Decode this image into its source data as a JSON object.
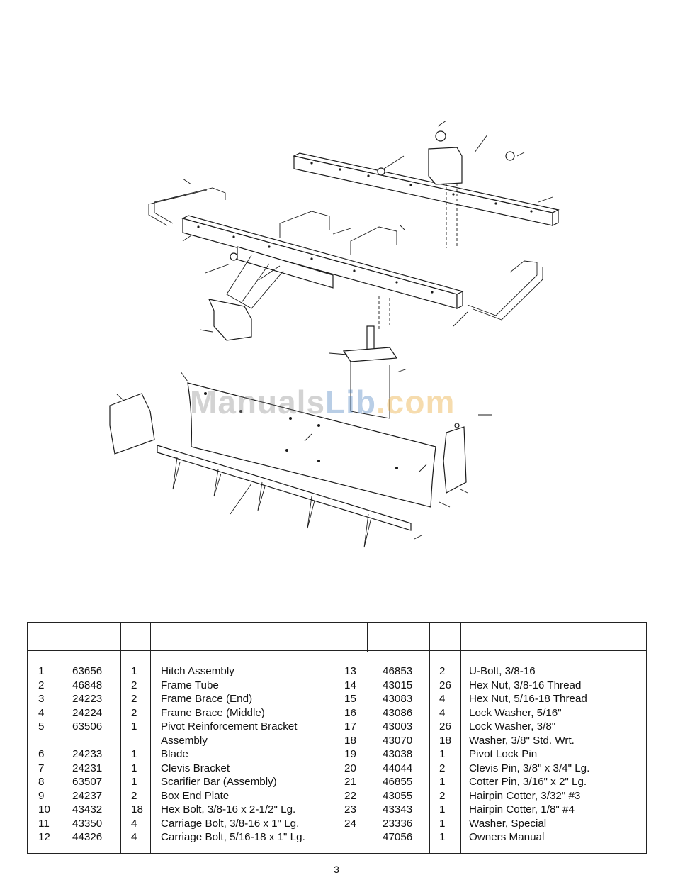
{
  "watermark": {
    "part1": "Manuals",
    "part2": "Lib",
    "part3": ".com"
  },
  "parts": [
    {
      "no": "1",
      "part": "63656",
      "qty": "1",
      "desc": "Hitch Assembly"
    },
    {
      "no": "2",
      "part": "46848",
      "qty": "2",
      "desc": "Frame Tube"
    },
    {
      "no": "3",
      "part": "24223",
      "qty": "2",
      "desc": "Frame Brace (End)"
    },
    {
      "no": "4",
      "part": "24224",
      "qty": "2",
      "desc": "Frame Brace (Middle)"
    },
    {
      "no": "5",
      "part": "63506",
      "qty": "1",
      "desc": "Pivot Reinforcement Bracket"
    },
    {
      "no": "",
      "part": "",
      "qty": "",
      "desc": "Assembly"
    },
    {
      "no": "6",
      "part": "24233",
      "qty": "1",
      "desc": "Blade"
    },
    {
      "no": "7",
      "part": "24231",
      "qty": "1",
      "desc": "Clevis Bracket"
    },
    {
      "no": "8",
      "part": "63507",
      "qty": "1",
      "desc": "Scarifier Bar (Assembly)"
    },
    {
      "no": "9",
      "part": "24237",
      "qty": "2",
      "desc": "Box End Plate"
    },
    {
      "no": "10",
      "part": "43432",
      "qty": "18",
      "desc": "Hex Bolt, 3/8-16 x 2-1/2\" Lg."
    },
    {
      "no": "11",
      "part": "43350",
      "qty": "4",
      "desc": "Carriage Bolt, 3/8-16 x 1\" Lg."
    },
    {
      "no": "12",
      "part": "44326",
      "qty": "4",
      "desc": "Carriage Bolt, 5/16-18 x 1\" Lg."
    }
  ],
  "parts_right": [
    {
      "no": "13",
      "part": "46853",
      "qty": "2",
      "desc": "U-Bolt, 3/8-16"
    },
    {
      "no": "14",
      "part": "43015",
      "qty": "26",
      "desc": "Hex Nut, 3/8-16 Thread"
    },
    {
      "no": "15",
      "part": "43083",
      "qty": "4",
      "desc": "Hex Nut, 5/16-18 Thread"
    },
    {
      "no": "16",
      "part": "43086",
      "qty": "4",
      "desc": "Lock Washer, 5/16\""
    },
    {
      "no": "17",
      "part": "43003",
      "qty": "26",
      "desc": "Lock Washer, 3/8\""
    },
    {
      "no": "18",
      "part": "43070",
      "qty": "18",
      "desc": "Washer, 3/8\" Std. Wrt."
    },
    {
      "no": "19",
      "part": "43038",
      "qty": "1",
      "desc": "Pivot Lock Pin"
    },
    {
      "no": "20",
      "part": "44044",
      "qty": "2",
      "desc": "Clevis Pin, 3/8\" x 3/4\" Lg."
    },
    {
      "no": "21",
      "part": "46855",
      "qty": "1",
      "desc": "Cotter Pin, 3/16\" x 2\" Lg."
    },
    {
      "no": "22",
      "part": "43055",
      "qty": "2",
      "desc": "Hairpin Cotter, 3/32\"  #3"
    },
    {
      "no": "23",
      "part": "43343",
      "qty": "1",
      "desc": "Hairpin Cotter, 1/8\"  #4"
    },
    {
      "no": "24",
      "part": "23336",
      "qty": "1",
      "desc": "Washer, Special"
    },
    {
      "no": "",
      "part": "47056",
      "qty": "1",
      "desc": "Owners Manual"
    }
  ],
  "page_number": "3"
}
